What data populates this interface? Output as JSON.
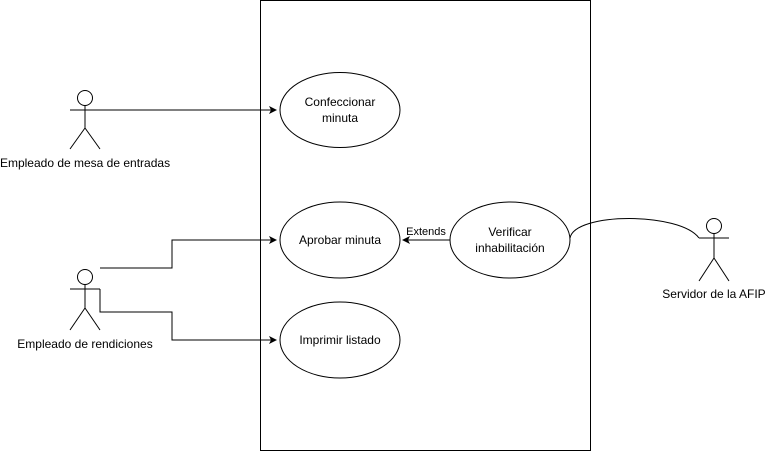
{
  "diagram": {
    "actors": {
      "mesa_entradas": {
        "label": "Empleado de mesa de entradas"
      },
      "rendiciones": {
        "label": "Empleado de rendiciones"
      },
      "afip": {
        "label": "Servidor de la AFIP"
      }
    },
    "use_cases": {
      "confeccionar": {
        "line1": "Confeccionar",
        "line2": "minuta"
      },
      "aprobar": {
        "line1": "Aprobar minuta"
      },
      "imprimir": {
        "line1": "Imprimir listado"
      },
      "verificar": {
        "line1": "Verificar",
        "line2": "inhabilitación"
      }
    },
    "relations": {
      "extends_label": "Extends"
    },
    "colors": {
      "stroke": "#000000",
      "background": "#ffffff"
    }
  }
}
